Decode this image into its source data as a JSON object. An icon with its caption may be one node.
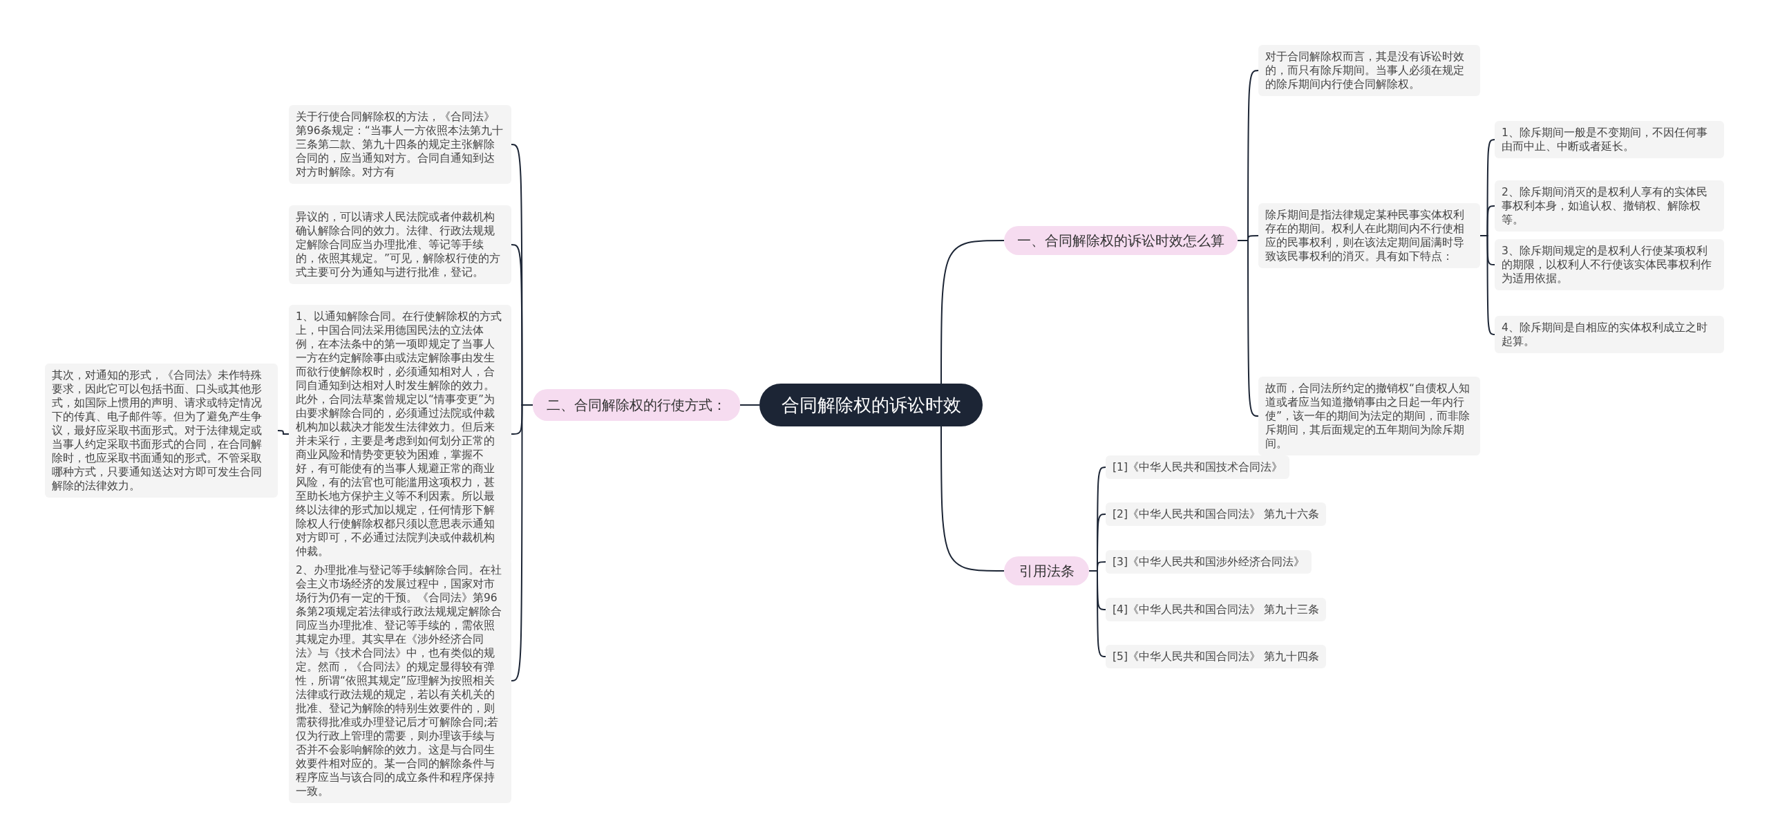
{
  "diagram": {
    "nodes": [
      {
        "text": [
          "合同解除权的诉讼时效"
        ]
      },
      {
        "text": [
          "一、合同解除权的诉讼时效怎么算"
        ]
      },
      {
        "text": [
          "对于合同解除权而言，其是没有诉讼时效的，而只有除斥期间。当事人必须在规定的除斥期间内行使合同解除权。"
        ]
      },
      {
        "text": [
          "除斥期间是指法律规定某种民事实体权利存在的期间。权利人在此期间内不行使相应的民事权利，则在该法定期间届满时导致该民事权利的消灭。具有如下特点："
        ]
      },
      {
        "text": [
          "1、除斥期间一般是不变期间，不因任何事由而中止、中断或者延长。"
        ]
      },
      {
        "text": [
          "2、除斥期间消灭的是权利人享有的实体民事权利本身，如追认权、撤销权、解除权等。"
        ]
      },
      {
        "text": [
          "3、除斥期间规定的是权利人行使某项权利的期限，以权利人不行使该实体民事权利作为适用依据。"
        ]
      },
      {
        "text": [
          "4、除斥期间是自相应的实体权利成立之时起算。"
        ]
      },
      {
        "text": [
          "故而，合同法所约定的撤销权“自债权人知道或者应当知道撤销事由之日起一年内行使”，该一年的期间为法定的期间，而非除斥期间，其后面规定的五年期间为除斥期间。"
        ]
      },
      {
        "text": [
          "引用法条"
        ]
      },
      {
        "text": [
          "[1]《中华人民共和国技术合同法》"
        ]
      },
      {
        "text": [
          "[2]《中华人民共和国合同法》 第九十六条"
        ]
      },
      {
        "text": [
          "[3]《中华人民共和国涉外经济合同法》"
        ]
      },
      {
        "text": [
          "[4]《中华人民共和国合同法》 第九十三条"
        ]
      },
      {
        "text": [
          "[5]《中华人民共和国合同法》 第九十四条"
        ]
      },
      {
        "text": [
          "二、合同解除权的行使方式："
        ]
      },
      {
        "text": [
          "关于行使合同解除权的方法，《合同法》第96条规定：“当事人一方依照本法第九十三条第二款、第九十四条的规定主张解除合同的，应当通知对方。合同自通知到达对方时解除。对方有"
        ]
      },
      {
        "text": [
          "异议的，可以请求人民法院或者仲裁机构确认解除合同的效力。法律、行政法规规定解除合同应当办理批准、等记等手续的，依照其规定。”可见，解除权行使的方式主要可分为通知与进行批准，登记。"
        ]
      },
      {
        "text": [
          "1、以通知解除合同。在行使解除权的方式上，中国合同法采用德国民法的立法体例，在本法条中的第一项即规定了当事人一方在约定解除事由或法定解除事由发生而欲行使解除权时，必须通知相对人，合同自通知到达相对人时发生解除的效力。此外，合同法草案曾规定以“情事变更”为由要求解除合同的，必须通过法院或仲裁机构加以裁决才能发生法律效力。但后来并未采行，主要是考虑到如何划分正常的商业风险和情势变更较为困难，掌握不好，有可能使有的当事人规避正常的商业风险，有的法官也可能滥用这项权力，甚至助长地方保护主义等不利因素。所以最终以法律的形式加以规定，任何情形下解除权人行使解除权都只须以意思表示通知对方即可，不必通过法院判决或仲裁机构仲裁。"
        ]
      },
      {
        "text": [
          "2、办理批准与登记等手续解除合同。在社会主义市场经济的发展过程中，国家对市场行为仍有一定的干预。《合同法》第96条第2项规定若法律或行政法规规定解除合同应当办理批准、登记等手续的，需依照其规定办理。其实早在《涉外经济合同法》与《技术合同法》中，也有类似的规定。然而，《合同法》的规定显得较有弹性，所谓“依照其规定”应理解为按照相关法律或行政法规的规定，若以有关机关的批准、登记为解除的特别生效要件的，则需获得批准或办理登记后才可解除合同;若仅为行政上管理的需要，则办理该手续与否并不会影响解除的效力。这是与合同生效要件相对应的。某一合同的解除条件与程序应当与该合同的成立条件和程序保持一致。"
        ]
      },
      {
        "text": [
          "其次，对通知的形式，《合同法》未作特殊要求，因此它可以包括书面、口头或其他形式，如国际上惯用的声明、请求或特定情况下的传真、电子邮件等。但为了避免产生争议，最好应采取书面形式。对于法律规定或当事人约定采取书面形式的合同，在合同解除时，也应采取书面通知的形式。不管采取哪种方式，只要通知送达对方即可发生合同解除的法律效力。"
        ]
      }
    ],
    "edges": [
      {
        "from": 0,
        "to": 1,
        "arrow": "none"
      },
      {
        "from": 1,
        "to": 2,
        "arrow": "none"
      },
      {
        "from": 1,
        "to": 3,
        "arrow": "none"
      },
      {
        "from": 3,
        "to": 4,
        "arrow": "none"
      },
      {
        "from": 3,
        "to": 5,
        "arrow": "none"
      },
      {
        "from": 3,
        "to": 6,
        "arrow": "none"
      },
      {
        "from": 3,
        "to": 7,
        "arrow": "none"
      },
      {
        "from": 1,
        "to": 8,
        "arrow": "none"
      },
      {
        "from": 0,
        "to": 9,
        "arrow": "none"
      },
      {
        "from": 9,
        "to": 10,
        "arrow": "none"
      },
      {
        "from": 9,
        "to": 11,
        "arrow": "none"
      },
      {
        "from": 9,
        "to": 12,
        "arrow": "none"
      },
      {
        "from": 9,
        "to": 13,
        "arrow": "none"
      },
      {
        "from": 9,
        "to": 14,
        "arrow": "none"
      },
      {
        "from": 0,
        "to": 15,
        "arrow": "none"
      },
      {
        "from": 15,
        "to": 16,
        "arrow": "none"
      },
      {
        "from": 15,
        "to": 17,
        "arrow": "none"
      },
      {
        "from": 15,
        "to": 18,
        "arrow": "none"
      },
      {
        "from": 15,
        "to": 19,
        "arrow": "none"
      },
      {
        "from": 18,
        "to": 20,
        "arrow": "none"
      }
    ]
  }
}
